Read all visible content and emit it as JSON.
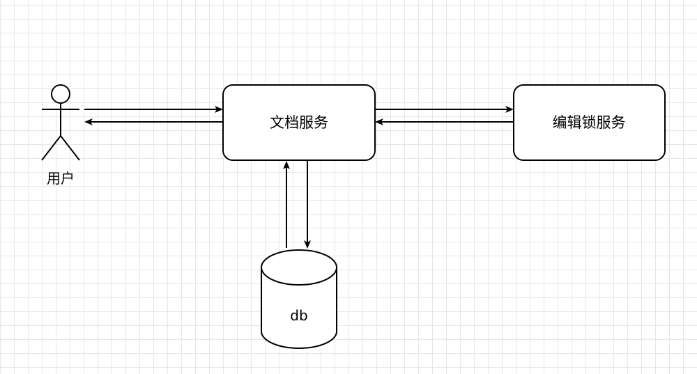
{
  "nodes": {
    "user": {
      "label": "用户"
    },
    "doc_service": {
      "label": "文档服务"
    },
    "lock_service": {
      "label": "编辑锁服务"
    },
    "database": {
      "label": "db"
    }
  },
  "colors": {
    "stroke": "#000000",
    "fill": "#ffffff",
    "grid": "#e6e6e6"
  },
  "edges": [
    {
      "from": "user",
      "to": "doc_service"
    },
    {
      "from": "doc_service",
      "to": "user"
    },
    {
      "from": "doc_service",
      "to": "lock_service"
    },
    {
      "from": "lock_service",
      "to": "doc_service"
    },
    {
      "from": "doc_service",
      "to": "database"
    },
    {
      "from": "database",
      "to": "doc_service"
    }
  ]
}
